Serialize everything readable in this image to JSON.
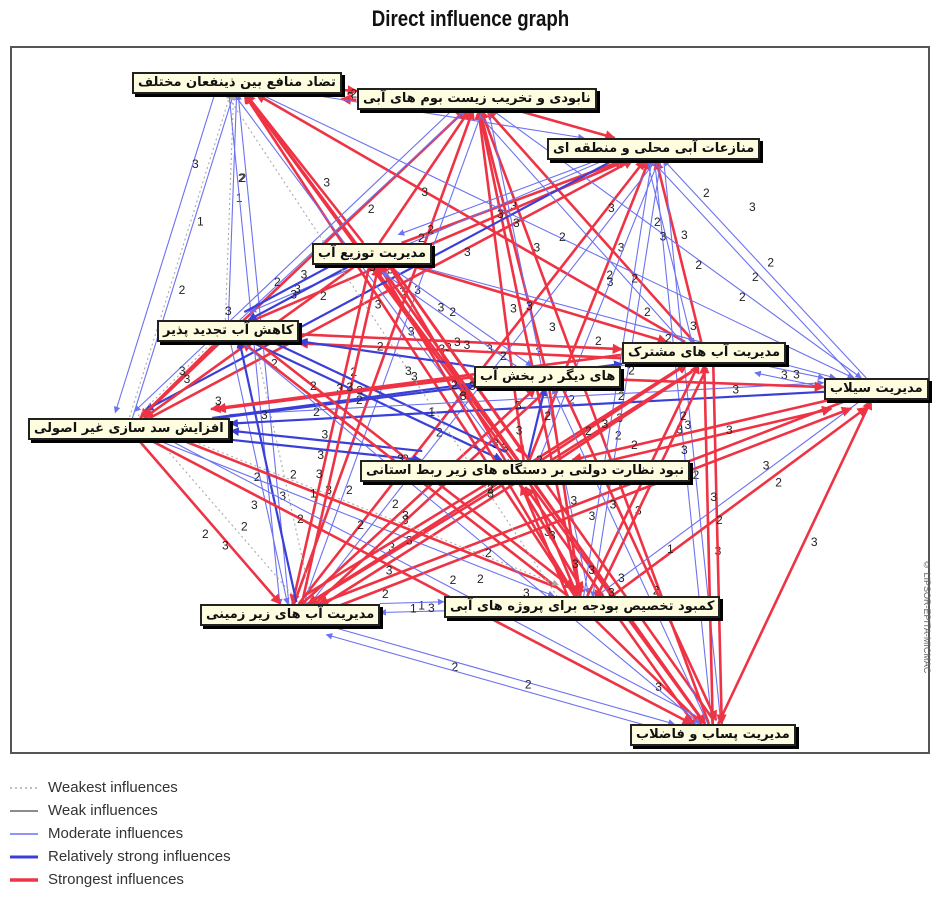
{
  "title": "Direct influence graph",
  "colors": {
    "strongest": "#ee3344",
    "relatively_strong": "#3a3fd8",
    "moderate": "#6c72f0",
    "weak": "#666666",
    "weakest": "#aaaaaa"
  },
  "nodes": [
    {
      "id": "n1",
      "label": "تضاد منافع بین ذینفعان مختلف"
    },
    {
      "id": "n2",
      "label": "نابودی و تخریب زیست بوم های آبی"
    },
    {
      "id": "n3",
      "label": "منازعات آبی محلی و منطقه ای"
    },
    {
      "id": "n4",
      "label": "مدیریت توزیع آب"
    },
    {
      "id": "n5",
      "label": "کاهش آب تجدید پذیر"
    },
    {
      "id": "n6",
      "label": "مدیریت آب های مشترک"
    },
    {
      "id": "n7",
      "label": "های دیگر در بخش آب"
    },
    {
      "id": "n8",
      "label": "مدیریت سیلاب"
    },
    {
      "id": "n9",
      "label": "افزایش سد سازی غیر اصولی"
    },
    {
      "id": "n10",
      "label": "نبود نظارت دولتی بر دستگاه های زیر ربط استانی"
    },
    {
      "id": "n11",
      "label": "کمبود تخصیص بودجه برای پروژه های آبی"
    },
    {
      "id": "n12",
      "label": "مدیریت آب های زیر زمینی"
    },
    {
      "id": "n13",
      "label": "مدیریت پساب و فاضلاب"
    }
  ],
  "edges": [
    {
      "from": "n1",
      "to": "n2",
      "level": 5,
      "label": "3"
    },
    {
      "from": "n2",
      "to": "n1",
      "level": 5,
      "label": "2"
    },
    {
      "from": "n1",
      "to": "n3",
      "level": 3,
      "label": ""
    },
    {
      "from": "n2",
      "to": "n3",
      "level": 5,
      "label": ""
    },
    {
      "from": "n5",
      "to": "n1",
      "level": 3,
      "label": "2"
    },
    {
      "from": "n9",
      "to": "n1",
      "level": 3,
      "label": "2"
    },
    {
      "from": "n12",
      "to": "n1",
      "level": 3,
      "label": "2"
    },
    {
      "from": "n5",
      "to": "n1",
      "level": 1,
      "label": "1"
    },
    {
      "from": "n9",
      "to": "n1",
      "level": 1,
      "label": "1"
    },
    {
      "from": "n4",
      "to": "n1",
      "level": 5,
      "label": "3"
    },
    {
      "from": "n10",
      "to": "n1",
      "level": 5,
      "label": "3"
    },
    {
      "from": "n11",
      "to": "n1",
      "level": 5,
      "label": "3"
    },
    {
      "from": "n13",
      "to": "n1",
      "level": 5,
      "label": "3"
    },
    {
      "from": "n6",
      "to": "n1",
      "level": 5,
      "label": "3"
    },
    {
      "from": "n10",
      "to": "n2",
      "level": 5,
      "label": "3"
    },
    {
      "from": "n11",
      "to": "n2",
      "level": 5,
      "label": "3"
    },
    {
      "from": "n13",
      "to": "n2",
      "level": 5,
      "label": "3"
    },
    {
      "from": "n12",
      "to": "n2",
      "level": 5,
      "label": "3"
    },
    {
      "from": "n4",
      "to": "n2",
      "level": 5,
      "label": "3"
    },
    {
      "from": "n9",
      "to": "n2",
      "level": 5,
      "label": "3"
    },
    {
      "from": "n5",
      "to": "n2",
      "level": 3,
      "label": "2"
    },
    {
      "from": "n7",
      "to": "n2",
      "level": 5,
      "label": "3"
    },
    {
      "from": "n6",
      "to": "n2",
      "level": 5,
      "label": "3"
    },
    {
      "from": "n9",
      "to": "n3",
      "level": 5,
      "label": "3"
    },
    {
      "from": "n12",
      "to": "n3",
      "level": 5,
      "label": "3"
    },
    {
      "from": "n10",
      "to": "n3",
      "level": 5,
      "label": "3"
    },
    {
      "from": "n11",
      "to": "n3",
      "level": 3,
      "label": "2"
    },
    {
      "from": "n13",
      "to": "n3",
      "level": 3,
      "label": "2"
    },
    {
      "from": "n8",
      "to": "n3",
      "level": 3,
      "label": "2"
    },
    {
      "from": "n6",
      "to": "n3",
      "level": 5,
      "label": "3"
    },
    {
      "from": "n5",
      "to": "n3",
      "level": 5,
      "label": "3"
    },
    {
      "from": "n4",
      "to": "n3",
      "level": 5,
      "label": "3"
    },
    {
      "from": "n3",
      "to": "n8",
      "level": 3,
      "label": "2"
    },
    {
      "from": "n2",
      "to": "n8",
      "level": 3,
      "label": "2"
    },
    {
      "from": "n1",
      "to": "n8",
      "level": 3,
      "label": "2"
    },
    {
      "from": "n3",
      "to": "n6",
      "level": 3,
      "label": "3"
    },
    {
      "from": "n3",
      "to": "n13",
      "level": 3,
      "label": "3"
    },
    {
      "from": "n3",
      "to": "n11",
      "level": 3,
      "label": "2"
    },
    {
      "from": "n3",
      "to": "n12",
      "level": 3,
      "label": "2"
    },
    {
      "from": "n3",
      "to": "n10",
      "level": 3,
      "label": "2"
    },
    {
      "from": "n3",
      "to": "n9",
      "level": 4,
      "label": "2"
    },
    {
      "from": "n3",
      "to": "n5",
      "level": 3,
      "label": "2"
    },
    {
      "from": "n3",
      "to": "n4",
      "level": 3,
      "label": ""
    },
    {
      "from": "n2",
      "to": "n6",
      "level": 3,
      "label": ""
    },
    {
      "from": "n2",
      "to": "n9",
      "level": 3,
      "label": ""
    },
    {
      "from": "n2",
      "to": "n12",
      "level": 3,
      "label": ""
    },
    {
      "from": "n2",
      "to": "n11",
      "level": 3,
      "label": ""
    },
    {
      "from": "n1",
      "to": "n12",
      "level": 3,
      "label": ""
    },
    {
      "from": "n1",
      "to": "n10",
      "level": 3,
      "label": "3"
    },
    {
      "from": "n1",
      "to": "n9",
      "level": 3,
      "label": ""
    },
    {
      "from": "n4",
      "to": "n9",
      "level": 5,
      "label": "3"
    },
    {
      "from": "n4",
      "to": "n12",
      "level": 5,
      "label": "3"
    },
    {
      "from": "n4",
      "to": "n13",
      "level": 5,
      "label": "3"
    },
    {
      "from": "n4",
      "to": "n6",
      "level": 5,
      "label": "3"
    },
    {
      "from": "n4",
      "to": "n5",
      "level": 4,
      "label": "3"
    },
    {
      "from": "n4",
      "to": "n8",
      "level": 3,
      "label": "2"
    },
    {
      "from": "n4",
      "to": "n7",
      "level": 3,
      "label": "3"
    },
    {
      "from": "n5",
      "to": "n9",
      "level": 5,
      "label": "3"
    },
    {
      "from": "n5",
      "to": "n12",
      "level": 3,
      "label": "2"
    },
    {
      "from": "n5",
      "to": "n6",
      "level": 5,
      "label": "3"
    },
    {
      "from": "n5",
      "to": "n10",
      "level": 4,
      "label": "3"
    },
    {
      "from": "n5",
      "to": "n4",
      "level": 4,
      "label": "3"
    },
    {
      "from": "n6",
      "to": "n5",
      "level": 5,
      "label": "3"
    },
    {
      "from": "n7",
      "to": "n5",
      "level": 4,
      "label": "2"
    },
    {
      "from": "n10",
      "to": "n5",
      "level": 4,
      "label": "2"
    },
    {
      "from": "n12",
      "to": "n5",
      "level": 4,
      "label": "3"
    },
    {
      "from": "n12",
      "to": "n5",
      "level": 1,
      "label": "2"
    },
    {
      "from": "n9",
      "to": "n5",
      "level": 1,
      "label": "3"
    },
    {
      "from": "n7",
      "to": "n6",
      "level": 3,
      "label": "2"
    },
    {
      "from": "n6",
      "to": "n8",
      "level": 3,
      "label": "3"
    },
    {
      "from": "n8",
      "to": "n6",
      "level": 3,
      "label": "3"
    },
    {
      "from": "n8",
      "to": "n12",
      "level": 5,
      "label": "3"
    },
    {
      "from": "n8",
      "to": "n10",
      "level": 5,
      "label": "3"
    },
    {
      "from": "n8",
      "to": "n11",
      "level": 3,
      "label": "3"
    },
    {
      "from": "n8",
      "to": "n9",
      "level": 4,
      "label": "2"
    },
    {
      "from": "n12",
      "to": "n8",
      "level": 5,
      "label": "3"
    },
    {
      "from": "n13",
      "to": "n8",
      "level": 5,
      "label": "3"
    },
    {
      "from": "n11",
      "to": "n8",
      "level": 5,
      "label": "2"
    },
    {
      "from": "n10",
      "to": "n8",
      "level": 5,
      "label": "3"
    },
    {
      "from": "n9",
      "to": "n8",
      "level": 3,
      "label": "3"
    },
    {
      "from": "n7",
      "to": "n8",
      "level": 5,
      "label": "3"
    },
    {
      "from": "n9",
      "to": "n12",
      "level": 5,
      "label": "3"
    },
    {
      "from": "n12",
      "to": "n9",
      "level": 1,
      "label": "2"
    },
    {
      "from": "n9",
      "to": "n10",
      "level": 4,
      "label": "3"
    },
    {
      "from": "n10",
      "to": "n9",
      "level": 4,
      "label": "3"
    },
    {
      "from": "n9",
      "to": "n6",
      "level": 4,
      "label": "2"
    },
    {
      "from": "n9",
      "to": "n7",
      "level": 4,
      "label": "2"
    },
    {
      "from": "n9",
      "to": "n13",
      "level": 5,
      "label": "3"
    },
    {
      "from": "n9",
      "to": "n11",
      "level": 3,
      "label": "2"
    },
    {
      "from": "n10",
      "to": "n12",
      "level": 5,
      "label": "3"
    },
    {
      "from": "n10",
      "to": "n13",
      "level": 5,
      "label": "3"
    },
    {
      "from": "n10",
      "to": "n11",
      "level": 5,
      "label": "3"
    },
    {
      "from": "n10",
      "to": "n6",
      "level": 5,
      "label": "3"
    },
    {
      "from": "n10",
      "to": "n4",
      "level": 5,
      "label": "3"
    },
    {
      "from": "n10",
      "to": "n7",
      "level": 4,
      "label": "2"
    },
    {
      "from": "n11",
      "to": "n12",
      "level": 3,
      "label": "1"
    },
    {
      "from": "n12",
      "to": "n11",
      "level": 3,
      "label": "1"
    },
    {
      "from": "n11",
      "to": "n10",
      "level": 5,
      "label": "3"
    },
    {
      "from": "n11",
      "to": "n13",
      "level": 5,
      "label": "3"
    },
    {
      "from": "n11",
      "to": "n6",
      "level": 5,
      "label": "3"
    },
    {
      "from": "n11",
      "to": "n4",
      "level": 5,
      "label": "3"
    },
    {
      "from": "n11",
      "to": "n5",
      "level": 5,
      "label": "3"
    },
    {
      "from": "n11",
      "to": "n9",
      "level": 5,
      "label": "3"
    },
    {
      "from": "n12",
      "to": "n13",
      "level": 3,
      "label": "2"
    },
    {
      "from": "n13",
      "to": "n12",
      "level": 3,
      "label": "2"
    },
    {
      "from": "n12",
      "to": "n10",
      "level": 5,
      "label": "3"
    },
    {
      "from": "n12",
      "to": "n6",
      "level": 5,
      "label": "3"
    },
    {
      "from": "n12",
      "to": "n4",
      "level": 5,
      "label": "3"
    },
    {
      "from": "n12",
      "to": "n7",
      "level": 5,
      "label": "3"
    },
    {
      "from": "n13",
      "to": "n6",
      "level": 5,
      "label": "3"
    },
    {
      "from": "n13",
      "to": "n10",
      "level": 5,
      "label": "3"
    },
    {
      "from": "n13",
      "to": "n4",
      "level": 5,
      "label": "3"
    },
    {
      "from": "n13",
      "to": "n7",
      "level": 3,
      "label": "2"
    },
    {
      "from": "n13",
      "to": "n9",
      "level": 3,
      "label": "2"
    },
    {
      "from": "n6",
      "to": "n12",
      "level": 5,
      "label": "3"
    },
    {
      "from": "n6",
      "to": "n10",
      "level": 5,
      "label": "3"
    },
    {
      "from": "n6",
      "to": "n13",
      "level": 5,
      "label": "3"
    },
    {
      "from": "n6",
      "to": "n11",
      "level": 5,
      "label": "3"
    },
    {
      "from": "n6",
      "to": "n9",
      "level": 5,
      "label": "3"
    },
    {
      "from": "n7",
      "to": "n12",
      "level": 5,
      "label": "3"
    },
    {
      "from": "n7",
      "to": "n13",
      "level": 5,
      "label": "3"
    },
    {
      "from": "n7",
      "to": "n11",
      "level": 5,
      "label": "3"
    },
    {
      "from": "n7",
      "to": "n9",
      "level": 5,
      "label": "3"
    },
    {
      "from": "n7",
      "to": "n4",
      "level": 3,
      "label": "2"
    },
    {
      "from": "n4",
      "to": "n10",
      "level": 5,
      "label": "3"
    },
    {
      "from": "n4",
      "to": "n11",
      "level": 5,
      "label": "3"
    },
    {
      "from": "n5",
      "to": "n11",
      "level": 5,
      "label": "3"
    },
    {
      "from": "n5",
      "to": "n13",
      "level": 3,
      "label": "2"
    },
    {
      "from": "n1",
      "to": "n11",
      "level": 1,
      "label": "1"
    },
    {
      "from": "n9",
      "to": "n11",
      "level": 1,
      "label": "1"
    }
  ],
  "floating_labels": [
    "3",
    "2",
    "3",
    "2",
    "2",
    "3",
    "2",
    "3",
    "2",
    "3",
    "2",
    "3",
    "2",
    "3",
    "2",
    "2",
    "3",
    "2",
    "2",
    "3",
    "3",
    "2",
    "2",
    "3",
    "2",
    "1",
    "2",
    "3",
    "2",
    "2",
    "2",
    "1",
    "3",
    "2",
    "3",
    "2",
    "3",
    "2",
    "3",
    "3",
    "2",
    "3",
    "2",
    "3",
    "2",
    "2",
    "3",
    "3",
    "2",
    "2"
  ],
  "legend": [
    {
      "key": "weakest",
      "label": "Weakest influences"
    },
    {
      "key": "weak",
      "label": "Weak influences"
    },
    {
      "key": "moderate",
      "label": "Moderate influences"
    },
    {
      "key": "relatively_strong",
      "label": "Relatively strong influences"
    },
    {
      "key": "strongest",
      "label": "Strongest influences"
    }
  ],
  "side_text": "© LIPSOR-EPITA-MICMAC"
}
